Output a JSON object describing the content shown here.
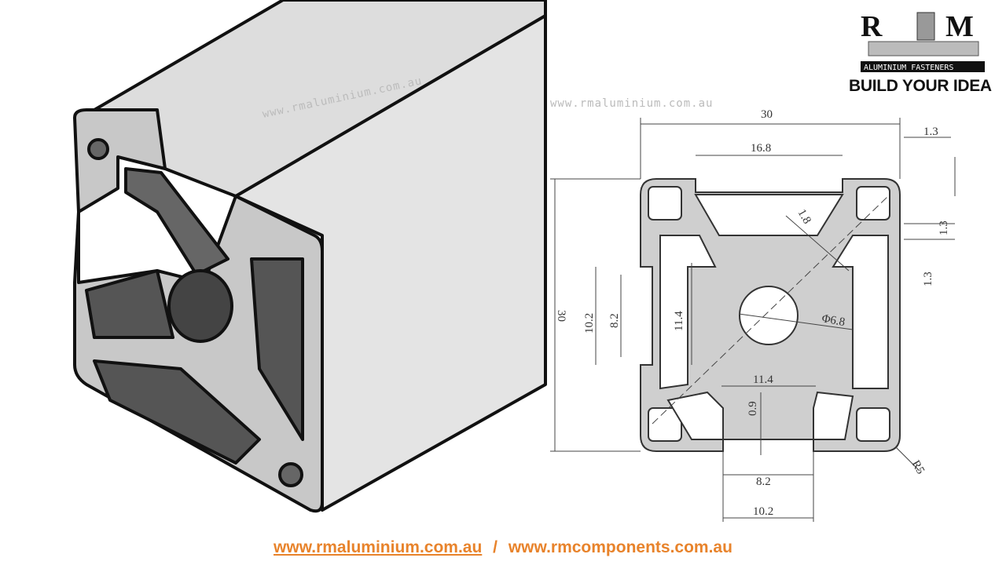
{
  "brand": {
    "logo_letters": "RM",
    "logo_subtitle": "ALUMINIUM FASTENERS",
    "tagline": "BUILD YOUR IDEA",
    "accent_color": "#e8832b"
  },
  "watermark": "www.rmaluminium.com.au",
  "drawing": {
    "dimensions": {
      "overall_width": "30",
      "overall_height": "30",
      "wall_top": "1.3",
      "slot_inner_width": "16.8",
      "rib": "1.8",
      "right_1": "1.3",
      "right_2": "1.3",
      "slot_outer_left": "10.2",
      "slot_opening_left": "8.2",
      "core_height": "11.4",
      "bore": "Φ6.8",
      "core_width": "11.4",
      "lip": "0.9",
      "slot_opening_bottom": "8.2",
      "slot_outer_bottom": "10.2",
      "corner_radius": "R5"
    }
  },
  "footer": {
    "link1": "www.rmaluminium.com.au",
    "separator": "/",
    "link2": "www.rmcomponents.com.au"
  }
}
